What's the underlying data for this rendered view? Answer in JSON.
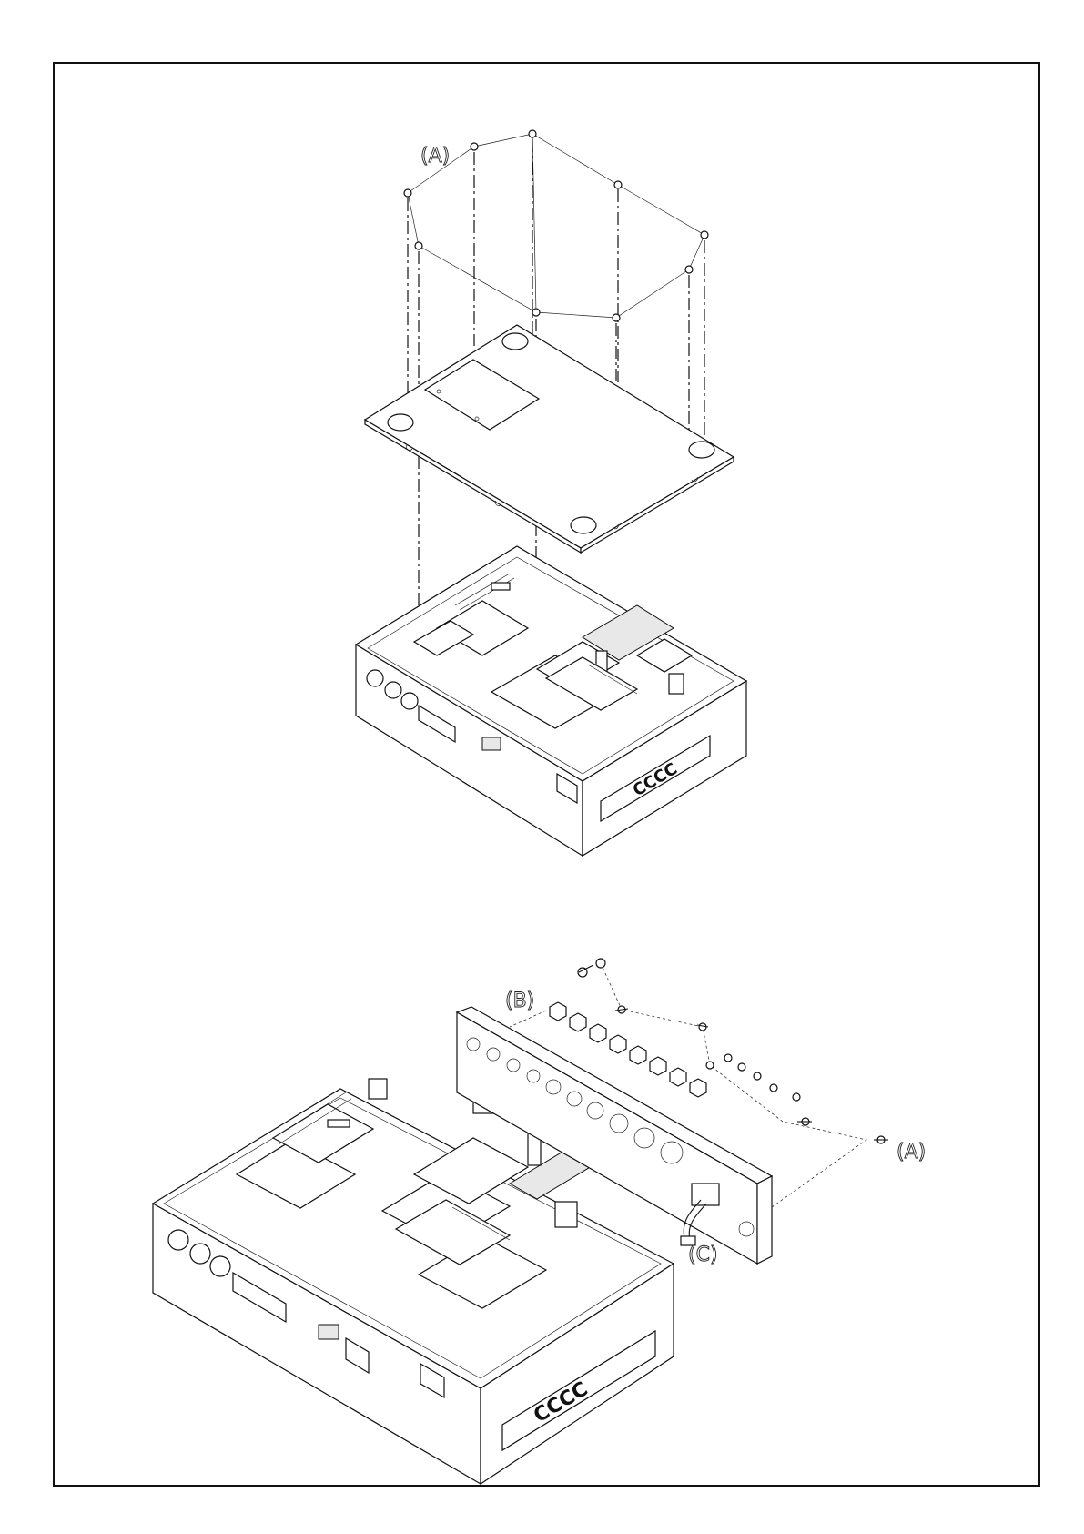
{
  "callouts": {
    "a_top": "(A)",
    "b": "(B)",
    "a_right": "(A)",
    "c": "(C)"
  },
  "colors": {
    "line": "#111111",
    "background": "#ffffff"
  }
}
